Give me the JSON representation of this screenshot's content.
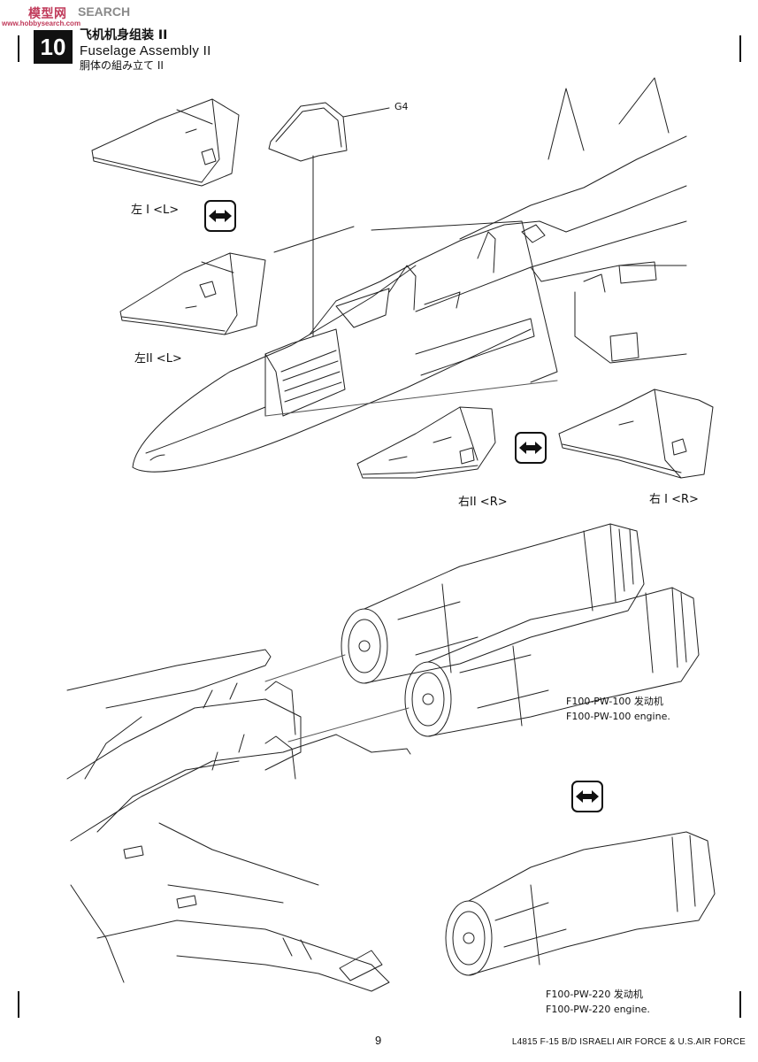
{
  "watermark": {
    "brand": "模型网",
    "search": "SEARCH",
    "url": "www.hobbysearch.com"
  },
  "step": {
    "number": "10",
    "title_cn": "飞机机身组装 II",
    "title_en": "Fuselage Assembly II",
    "title_jp": "胴体の組み立て II"
  },
  "labels": {
    "part_g4": "G4",
    "left_1": "左 I <L>",
    "left_2": "左II <L>",
    "right_2": "右II <R>",
    "right_1": "右 I <R>"
  },
  "engines": {
    "pw100_cn": "F100-PW-100 发动机",
    "pw100_en": "F100-PW-100 engine.",
    "pw220_cn": "F100-PW-220 发动机",
    "pw220_en": "F100-PW-220 engine."
  },
  "footer": {
    "page_number": "9",
    "kit_title": "L4815 F-15 B/D ISRAELI AIR FORCE & U.S.AIR FORCE"
  },
  "icons": [
    "swap-arrows-icon"
  ]
}
